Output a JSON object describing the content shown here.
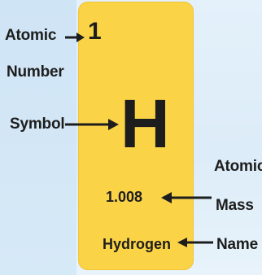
{
  "element": {
    "atomic_number": "1",
    "symbol": "H",
    "atomic_mass": "1.008",
    "name": "Hydrogen",
    "tile_color": "#fbd347"
  },
  "labels": {
    "atomic_number_line1": "Atomic",
    "atomic_number_line2": "Number",
    "symbol": "Symbol",
    "atomic_mass_line1": "Atomic",
    "atomic_mass_line2": "Mass",
    "name": "Name"
  },
  "icons": [
    "arrow-right-icon",
    "arrow-left-icon"
  ]
}
